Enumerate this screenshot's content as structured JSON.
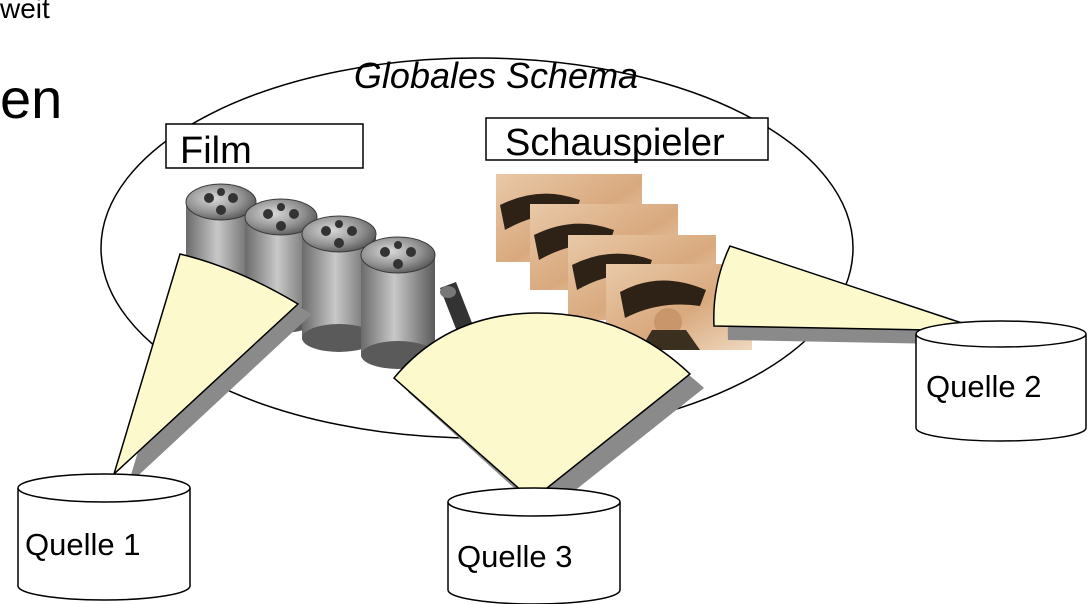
{
  "slide_fragments": {
    "top_left_text": "weit",
    "left_partial_text": "en"
  },
  "global_schema": {
    "title": "Globales Schema",
    "entities": [
      {
        "label": "Film"
      },
      {
        "label": "Schauspieler"
      }
    ]
  },
  "sources": [
    {
      "label": "Quelle 1"
    },
    {
      "label": "Quelle 2"
    },
    {
      "label": "Quelle 3"
    }
  ],
  "colors": {
    "wedge_fill": "#fcfacc",
    "wedge_shadow": "#8a8a8a",
    "outline": "#000000",
    "background": "#ffffff"
  },
  "icons": {
    "film": "film-reel-stack-icon",
    "actor": "actor-portrait-stack-icon",
    "source": "database-cylinder-icon"
  }
}
